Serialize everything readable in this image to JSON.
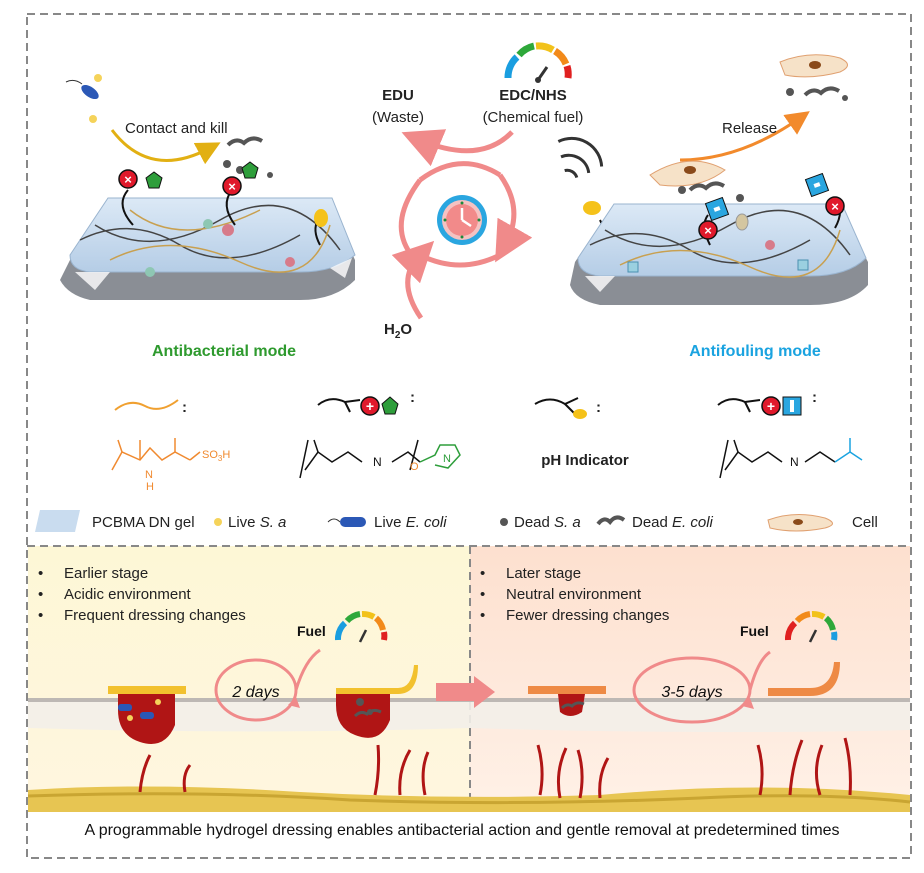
{
  "top": {
    "contact_and_kill": "Contact and kill",
    "release": "Release",
    "edu": "EDU",
    "waste": "(Waste)",
    "edc_nhs": "EDC/NHS",
    "chemical_fuel": "(Chemical fuel)",
    "water_h": "H",
    "water_sub": "2",
    "water_o": "O",
    "antibacterial_mode": "Antibacterial mode",
    "antifouling_mode": "Antifouling mode"
  },
  "legend_row1": {
    "colon": ":",
    "ph_indicator": "pH Indicator",
    "nh": "N",
    "h": "H",
    "so3h": "SO",
    "so3h_sub": "3",
    "so3h_tail": "H",
    "n_plus": "N",
    "o": "O",
    "n": "N"
  },
  "legend_row2": {
    "gel": "PCBMA DN gel",
    "live_sa_prefix": "Live ",
    "live_sa_italic": "S. a",
    "live_ec_prefix": "Live ",
    "live_ec_italic": "E. coli",
    "dead_sa_prefix": "Dead ",
    "dead_sa_italic": "S. a",
    "dead_ec_prefix": "Dead ",
    "dead_ec_italic": "E. coli",
    "cell": "Cell"
  },
  "bottom_left": {
    "bullets": [
      "Earlier stage",
      "Acidic environment",
      "Frequent dressing changes"
    ],
    "fuel": "Fuel",
    "days": "2 days"
  },
  "bottom_right": {
    "bullets": [
      "Later stage",
      "Neutral environment",
      "Fewer dressing changes"
    ],
    "fuel": "Fuel",
    "days": "3-5 days"
  },
  "caption": "A programmable hydrogel dressing enables antibacterial action and gentle removal at predetermined times",
  "colors": {
    "green_text": "#2e9a2e",
    "blue_text": "#1aa3e0",
    "arrow_pink": "#f08a8a",
    "gel_blue": "#c9dcef",
    "wound_red": "#b01515",
    "dressing_yellow": "#f2c12e",
    "dressing_orange": "#ee8a45"
  }
}
